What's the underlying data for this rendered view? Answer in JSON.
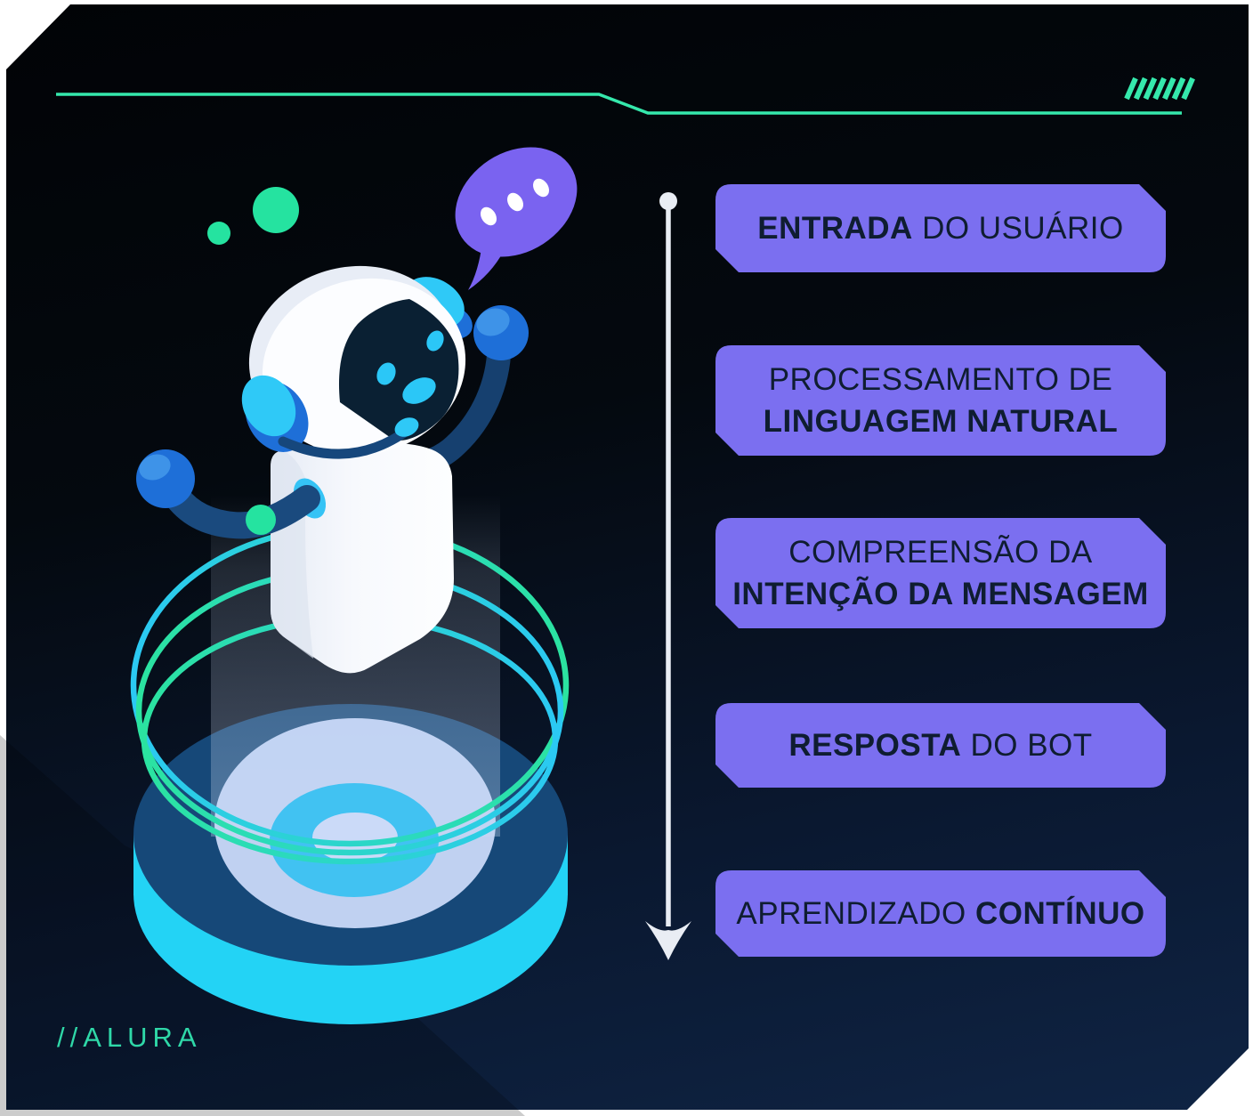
{
  "brand": "//ALURA",
  "decor": {
    "slash_count": 7
  },
  "illustration": {
    "name": "chatbot-robot-on-hologram-platform",
    "speech_bubble_dots": 3,
    "thought_dots": 2
  },
  "flow": {
    "orientation": "top-to-bottom",
    "steps": [
      {
        "id": "entrada",
        "lines": [
          [
            {
              "t": "ENTRADA",
              "b": true
            },
            {
              "t": " DO USUÁRIO",
              "b": false
            }
          ]
        ]
      },
      {
        "id": "processamento",
        "lines": [
          [
            {
              "t": "PROCESSAMENTO DE",
              "b": false
            }
          ],
          [
            {
              "t": "LINGUAGEM NATURAL",
              "b": true
            }
          ]
        ]
      },
      {
        "id": "compreensao",
        "lines": [
          [
            {
              "t": "COMPREENSÃO DA",
              "b": false
            }
          ],
          [
            {
              "t": "INTENÇÃO DA MENSAGEM",
              "b": true
            }
          ]
        ]
      },
      {
        "id": "resposta",
        "lines": [
          [
            {
              "t": "RESPOSTA",
              "b": true
            },
            {
              "t": " DO BOT",
              "b": false
            }
          ]
        ]
      },
      {
        "id": "aprendizado",
        "lines": [
          [
            {
              "t": "APRENDIZADO ",
              "b": false
            },
            {
              "t": "CONTÍNUO",
              "b": true
            }
          ]
        ]
      }
    ]
  },
  "colors": {
    "accent_teal": "#35E8AC",
    "brand_teal": "#2FD8A8",
    "banner_bg": "#7B6FF0",
    "banner_text": "#0F1D31",
    "arrow": "#E9EDF4",
    "panel_navy": "#0F2444",
    "bubble_purple": "#7A63F0",
    "ring_green": "#2BE3A0",
    "ring_cyan": "#2BC9F3",
    "platform_cyan": "#23D3F5",
    "platform_navy": "#164878",
    "robot_blue": "#1E6FD8",
    "robot_navy": "#1A4A7E",
    "joint_green": "#25E3A0",
    "eye_cyan": "#2BC7F7"
  }
}
